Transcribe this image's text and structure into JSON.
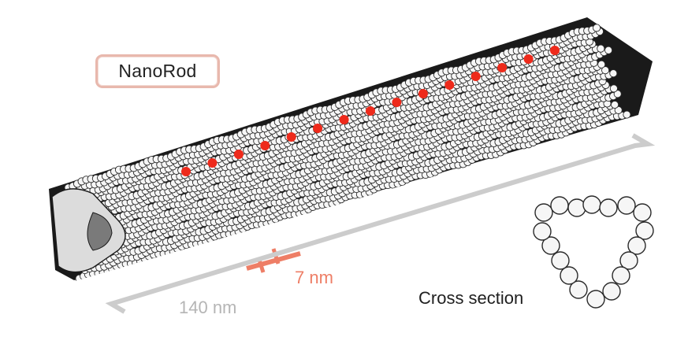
{
  "title": "NanoRod",
  "width_label": "7 nm",
  "length_label": "140 nm",
  "cross_section_label": "Cross section",
  "colors": {
    "badge_border": "#e8b8ad",
    "marker": "#ee2a1b",
    "width_accent": "#ee7e66",
    "length_bar": "#cccccc",
    "bead_fill": "#f6f6f6",
    "bead_stroke": "#2a2a2a"
  },
  "icons": {
    "rod": "helix-bundle",
    "markers": "red-dot",
    "cross_section": "ring-of-circles"
  },
  "rod": {
    "helix_count": 18,
    "marker_count": 15,
    "cross_section_circle_count": 18
  }
}
